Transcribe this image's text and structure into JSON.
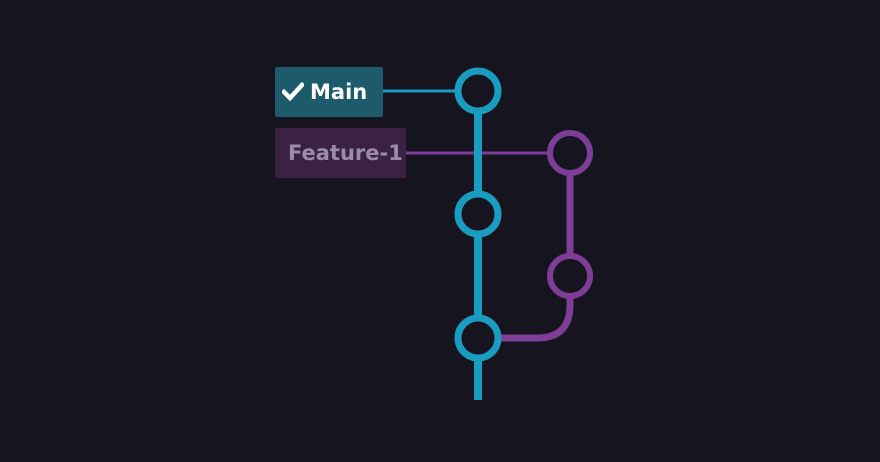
{
  "branches": {
    "main": {
      "label": "Main",
      "current": true,
      "check_icon": "check-icon",
      "color": "#1a9cc0",
      "label_bg": "#1d5a6b",
      "commit_count": 3
    },
    "feature": {
      "label": "Feature-1",
      "current": false,
      "color": "#7e3e98",
      "label_bg": "#3b2245",
      "commit_count": 2
    }
  },
  "background": "#15141f"
}
